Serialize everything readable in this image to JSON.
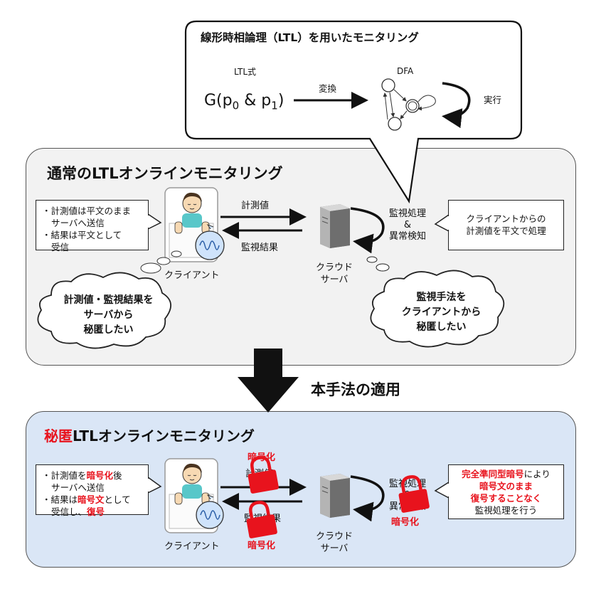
{
  "top_box": {
    "title": "線形時相論理（LTL）を用いたモニタリング",
    "ltl_label": "LTL式",
    "formula_prefix": "G(p",
    "formula_sub0": "0",
    "formula_mid": " & p",
    "formula_sub1": "1",
    "formula_suffix": ")",
    "convert_label": "変換",
    "dfa_label": "DFA",
    "execute_label": "実行"
  },
  "normal_panel": {
    "title": "通常のLTLオンラインモニタリング",
    "client_note": [
      "計測値は平文のまま",
      "サーバへ送信",
      "結果は平文として",
      "受信"
    ],
    "measure_label": "計測値",
    "result_label": "監視結果",
    "process_line1": "監視処理",
    "process_amp": "&",
    "process_line2": "異常検知",
    "server_note_line1": "クライアントからの",
    "server_note_line2": "計測値を平文で処理",
    "client_label": "クライアント",
    "cloud_line1": "クラウド",
    "cloud_line2": "サーバ",
    "thought_left": [
      "計測値・監視結果を",
      "サーバから",
      "秘匿したい"
    ],
    "thought_right": [
      "監視手法を",
      "クライアントから",
      "秘匿したい"
    ]
  },
  "apply_label": "本手法の適用",
  "secret_panel": {
    "title_red": "秘匿",
    "title_rest": "LTLオンラインモニタリング",
    "note_p1": "計測値を",
    "note_r1": "暗号化",
    "note_p2": "後",
    "note_l2": "サーバへ送信",
    "note_p3": "結果は",
    "note_r3": "暗号文",
    "note_p4": "として",
    "note_p5": "受信し、",
    "note_r5": "復号",
    "encrypt_label": "暗号化",
    "measure_label": "計測値",
    "result_label": "監視結果",
    "process_line1": "監視処理",
    "process_amp": "&",
    "process_line2": "異常検知",
    "right_r1": "完全準同型暗号",
    "right_p1": "により",
    "right_r2": "暗号文のまま",
    "right_r3": "復号することなく",
    "right_p4": "監視処理を行う",
    "client_label": "クライアント",
    "cloud_line1": "クラウド",
    "cloud_line2": "サーバ"
  },
  "colors": {
    "accent_red": "#e8131d",
    "panel_gray": "#f2f2f2",
    "panel_blue": "#dae6f6",
    "skin": "#f7d9b3",
    "shirt": "#58c7c9"
  }
}
